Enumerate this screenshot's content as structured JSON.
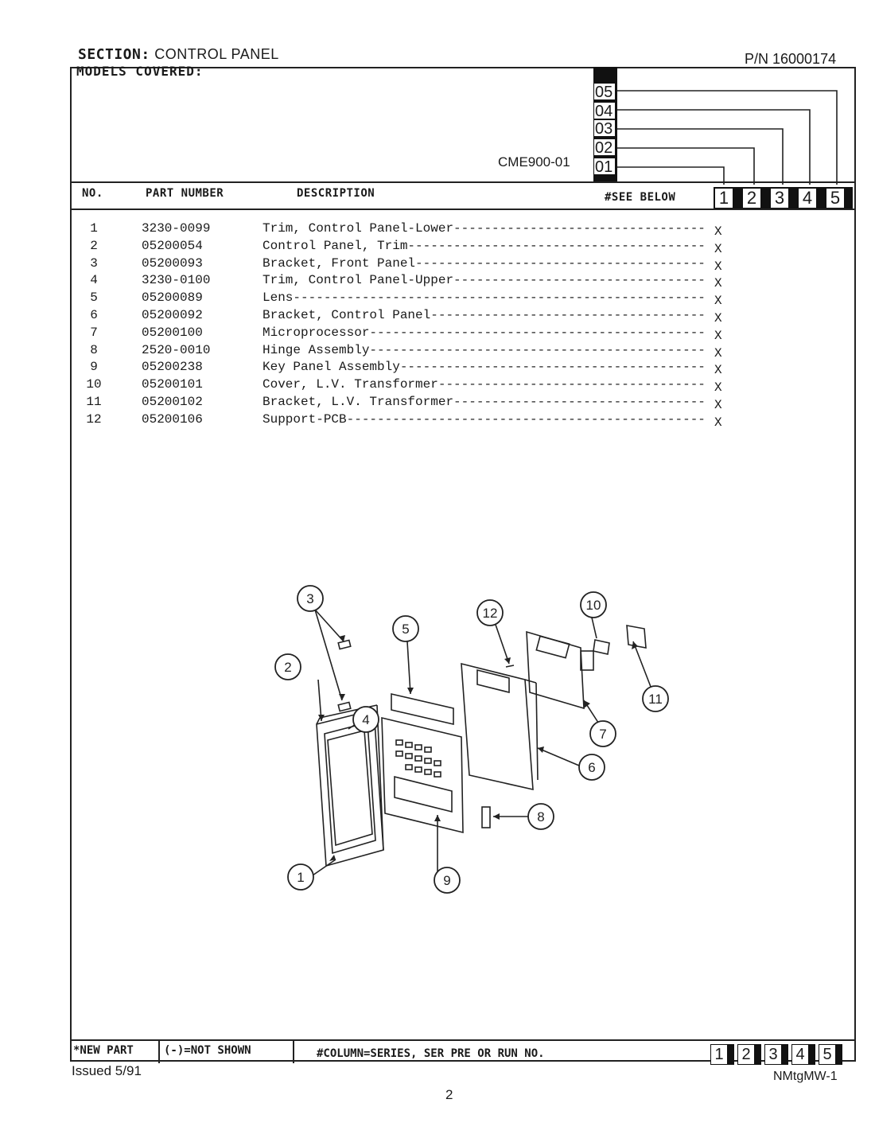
{
  "header": {
    "section_label": "SECTION:",
    "section_value": "CONTROL PANEL",
    "part_number": "P/N 16000174",
    "models_label": "MODELS COVERED:",
    "model_name": "CME900-01",
    "series_codes": [
      "05",
      "04",
      "03",
      "02",
      "01"
    ]
  },
  "columns": {
    "no": "NO.",
    "part_number": "PART NUMBER",
    "description": "DESCRIPTION",
    "see_below": "#SEE BELOW",
    "series_cols": [
      "1",
      "2",
      "3",
      "4",
      "5"
    ]
  },
  "parts": [
    {
      "no": "1",
      "part_number": "3230-0099",
      "description": "Trim, Control Panel-Lower",
      "mark": "X"
    },
    {
      "no": "2",
      "part_number": "05200054",
      "description": "Control Panel, Trim",
      "mark": "X"
    },
    {
      "no": "3",
      "part_number": "05200093",
      "description": "Bracket, Front Panel",
      "mark": "X"
    },
    {
      "no": "4",
      "part_number": "3230-0100",
      "description": "Trim, Control Panel-Upper",
      "mark": "X"
    },
    {
      "no": "5",
      "part_number": "05200089",
      "description": "Lens",
      "mark": "X"
    },
    {
      "no": "6",
      "part_number": "05200092",
      "description": "Bracket, Control Panel",
      "mark": "X"
    },
    {
      "no": "7",
      "part_number": "05200100",
      "description": "Microprocessor",
      "mark": "X"
    },
    {
      "no": "8",
      "part_number": "2520-0010",
      "description": "Hinge Assembly",
      "mark": "X"
    },
    {
      "no": "9",
      "part_number": "05200238",
      "description": "Key Panel Assembly",
      "mark": "X"
    },
    {
      "no": "10",
      "part_number": "05200101",
      "description": "Cover, L.V. Transformer",
      "mark": "X"
    },
    {
      "no": "11",
      "part_number": "05200102",
      "description": "Bracket, L.V. Transformer",
      "mark": "X"
    },
    {
      "no": "12",
      "part_number": "05200106",
      "description": "Support-PCB",
      "mark": "X"
    }
  ],
  "diagram": {
    "callouts": [
      "1",
      "2",
      "3",
      "4",
      "5",
      "6",
      "7",
      "8",
      "9",
      "10",
      "11",
      "12"
    ]
  },
  "footer": {
    "new_part": "*NEW PART",
    "not_shown": "(-)=NOT SHOWN",
    "column_note": "#COLUMN=SERIES, SER PRE OR RUN NO.",
    "series_cols": [
      "1",
      "2",
      "3",
      "4",
      "5"
    ],
    "issued": "Issued 5/91",
    "doc_id": "NMtgMW-1",
    "page_number": "2"
  }
}
